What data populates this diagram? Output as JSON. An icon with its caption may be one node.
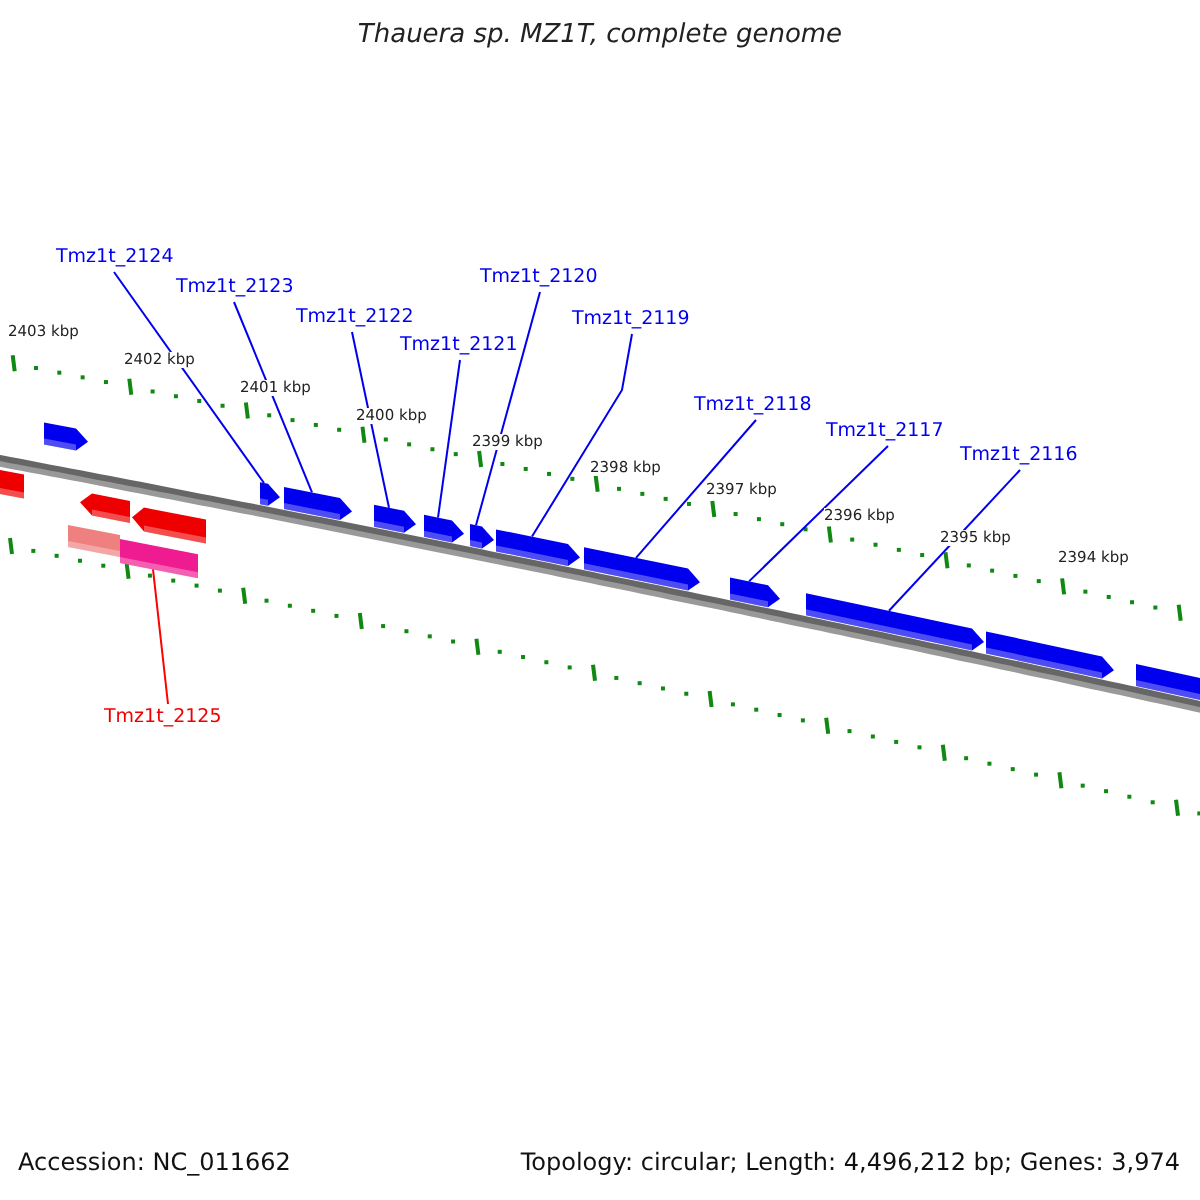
{
  "diagram": {
    "title": "Thauera sp. MZ1T, complete genome",
    "nodes": [
      {
        "text": [
          "Tmz1t_2124"
        ]
      },
      {
        "text": [
          "Tmz1t_2123"
        ]
      },
      {
        "text": [
          "Tmz1t_2122"
        ]
      },
      {
        "text": [
          "Tmz1t_2121"
        ]
      },
      {
        "text": [
          "Tmz1t_2120"
        ]
      },
      {
        "text": [
          "Tmz1t_2119"
        ]
      },
      {
        "text": [
          "Tmz1t_2118"
        ]
      },
      {
        "text": [
          "Tmz1t_2117"
        ]
      },
      {
        "text": [
          "Tmz1t_2116"
        ]
      },
      {
        "text": [
          "Tmz1t_2125"
        ]
      },
      {
        "text": [],
        "shape": "pentagon"
      },
      {
        "text": [],
        "shape": "pentagon"
      },
      {
        "text": [],
        "shape": "box"
      },
      {
        "text": [],
        "shape": "pentagon"
      },
      {
        "text": [],
        "shape": "box"
      },
      {
        "text": [],
        "shape": "pentagon"
      },
      {
        "text": [],
        "shape": "pentagon"
      },
      {
        "text": [],
        "shape": "pentagon"
      },
      {
        "text": [],
        "shape": "pentagon"
      },
      {
        "text": [],
        "shape": "pentagon"
      },
      {
        "text": [],
        "shape": "pentagon"
      },
      {
        "text": [],
        "shape": "pentagon"
      },
      {
        "text": [],
        "shape": "pentagon"
      },
      {
        "text": [],
        "shape": "pentagon"
      },
      {
        "text": [],
        "shape": "pentagon"
      },
      {
        "text": [],
        "shape": "pentagon"
      },
      {
        "text": [],
        "shape": "pentagon"
      }
    ],
    "edges": [
      {
        "from": 0,
        "to": 16,
        "arrow": "none"
      },
      {
        "from": 1,
        "to": 17,
        "arrow": "none"
      },
      {
        "from": 2,
        "to": 18,
        "arrow": "none"
      },
      {
        "from": 3,
        "to": 19,
        "arrow": "none"
      },
      {
        "from": 4,
        "to": 20,
        "arrow": "none"
      },
      {
        "from": 5,
        "to": 21,
        "arrow": "none"
      },
      {
        "from": 6,
        "to": 22,
        "arrow": "none"
      },
      {
        "from": 7,
        "to": 23,
        "arrow": "none"
      },
      {
        "from": 8,
        "to": 24,
        "arrow": "none"
      },
      {
        "from": 9,
        "to": 14,
        "arrow": "none",
        "color": "#ff0000"
      }
    ],
    "labels": [
      "2403 kbp",
      "2402 kbp",
      "2401 kbp",
      "2400 kbp",
      "2399 kbp",
      "2398 kbp",
      "2397 kbp",
      "2396 kbp",
      "2395 kbp",
      "2394 kbp",
      "Accession: NC_011662",
      "Topology: circular; Length: 4,496,212 bp; Genes: 3,974"
    ]
  }
}
